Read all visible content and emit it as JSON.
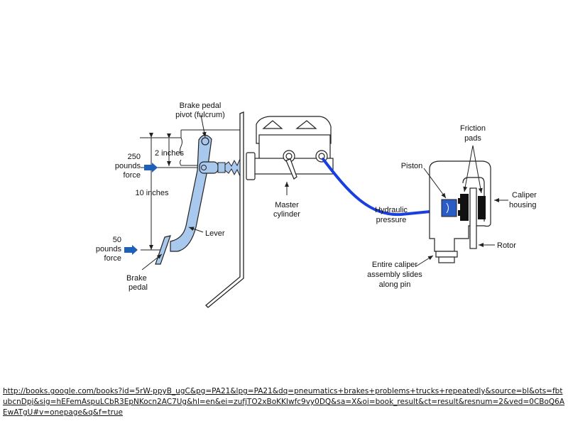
{
  "diagram": {
    "title": "Hydraulic brake system: pedal lever, master cylinder and disc caliper",
    "colors": {
      "pedal_fill": "#a9c8ee",
      "hydraulic_line": "#1a3fe0",
      "force_arrow": "#1f5fb8",
      "piston": "#2a5cc8",
      "line_art": "#222222",
      "pads": "#111111"
    },
    "labels": {
      "pivot_line1": "Brake pedal",
      "pivot_line2": "pivot (fulcrum)",
      "two_inches": "2 inches",
      "force250_line1": "250",
      "force250_line2": "pounds",
      "force250_line3": "force",
      "ten_inches": "10 inches",
      "force50_line1": "50",
      "force50_line2": "pounds",
      "force50_line3": "force",
      "lever": "Lever",
      "brake_pedal_line1": "Brake",
      "brake_pedal_line2": "pedal",
      "master_line1": "Master",
      "master_line2": "cylinder",
      "hydraulic_line1": "Hydraulic",
      "hydraulic_line2": "pressure",
      "piston": "Piston",
      "friction_line1": "Friction",
      "friction_line2": "pads",
      "caliper_line1": "Caliper",
      "caliper_line2": "housing",
      "rotor": "Rotor",
      "slides_line1": "Entire caliper",
      "slides_line2": "assembly slides",
      "slides_line3": "along pin"
    }
  },
  "source": {
    "url": "http://books.google.com/books?id=5rW-ppyB_ugC&pg=PA21&lpg=PA21&dq=pneumatics+brakes+problems+trucks+repeatedly&source=bl&ots=fbtubcnDpj&sig=hEFemAspuLCbR3EpNKocn2AC7Ug&hl=en&ei=zufjTO2xBoKKIwfc9vy0DQ&sa=X&oi=book_result&ct=result&resnum=2&ved=0CBoQ6AEwATgU#v=onepage&q&f=true"
  }
}
